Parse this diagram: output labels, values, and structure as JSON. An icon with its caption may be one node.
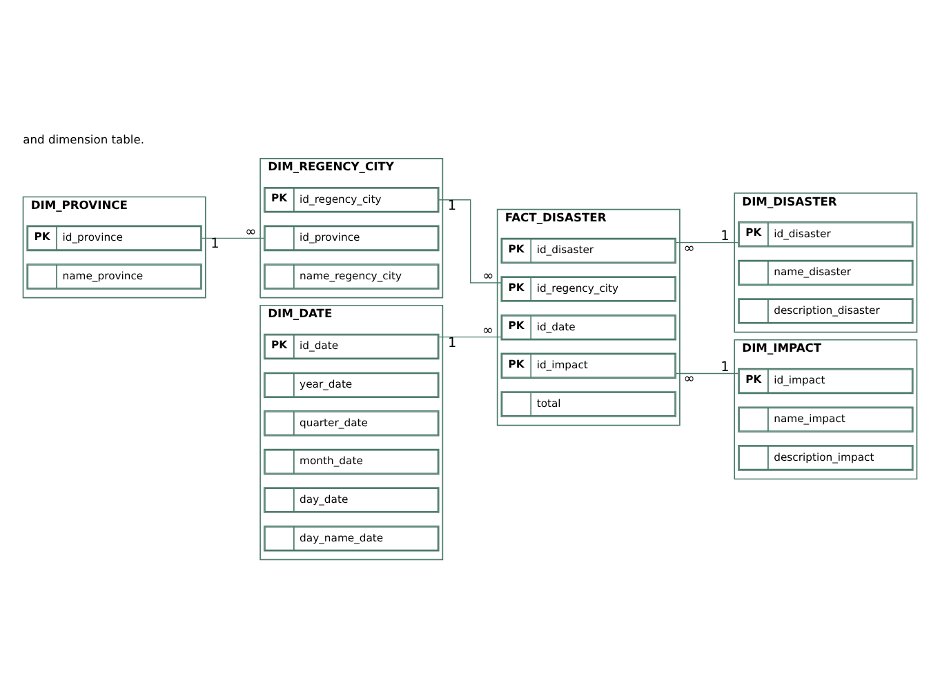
{
  "diagram": {
    "caption": "and dimension table.",
    "nodes": [
      {
        "text": [
          "DIM_PROVINCE"
        ]
      },
      {
        "text": [
          "PK",
          "id_province"
        ],
        "in": 0
      },
      {
        "text": [
          "name_province"
        ],
        "in": 0
      },
      {
        "text": [
          "DIM_REGENCY_CITY"
        ]
      },
      {
        "text": [
          "PK",
          "id_regency_city"
        ],
        "in": 3
      },
      {
        "text": [
          "id_province"
        ],
        "in": 3
      },
      {
        "text": [
          "name_regency_city"
        ],
        "in": 3
      },
      {
        "text": [
          "DIM_DISASTER"
        ]
      },
      {
        "text": [
          "PK",
          "id_disaster"
        ],
        "in": 7
      },
      {
        "text": [
          "name_disaster"
        ],
        "in": 7
      },
      {
        "text": [
          "description_disaster"
        ],
        "in": 7
      },
      {
        "text": [
          "FACT_DISASTER"
        ]
      },
      {
        "text": [
          "PK",
          "id_disaster"
        ],
        "in": 11
      },
      {
        "text": [
          "PK",
          "id_regency_city"
        ],
        "in": 11
      },
      {
        "text": [
          "PK",
          "id_date"
        ],
        "in": 11
      },
      {
        "text": [
          "PK",
          "id_impact"
        ],
        "in": 11
      },
      {
        "text": [
          "total"
        ],
        "in": 11
      },
      {
        "text": [
          "DIM_DATE"
        ]
      },
      {
        "text": [
          "PK",
          "id_date"
        ],
        "in": 17
      },
      {
        "text": [
          "year_date"
        ],
        "in": 17
      },
      {
        "text": [
          "quarter_date"
        ],
        "in": 17
      },
      {
        "text": [
          "month_date"
        ],
        "in": 17
      },
      {
        "text": [
          "day_date"
        ],
        "in": 17
      },
      {
        "text": [
          "day_name_date"
        ],
        "in": 17
      },
      {
        "text": [
          "DIM_IMPACT"
        ]
      },
      {
        "text": [
          "PK",
          "id_impact"
        ],
        "in": 24
      },
      {
        "text": [
          "name_impact"
        ],
        "in": 24
      },
      {
        "text": [
          "description_impact"
        ],
        "in": 24
      }
    ],
    "edges": [
      {
        "from": 1,
        "to": 5,
        "arrow": "none"
      },
      {
        "from": 4,
        "to": 13,
        "arrow": "none"
      },
      {
        "from": 18,
        "to": 14,
        "arrow": "none"
      },
      {
        "from": 12,
        "to": 8,
        "arrow": "none"
      },
      {
        "from": 15,
        "to": 25,
        "arrow": "none"
      }
    ],
    "labels": [
      "1",
      "∞",
      "1",
      "∞",
      "1",
      "∞",
      "∞",
      "1",
      "∞",
      "1"
    ]
  }
}
